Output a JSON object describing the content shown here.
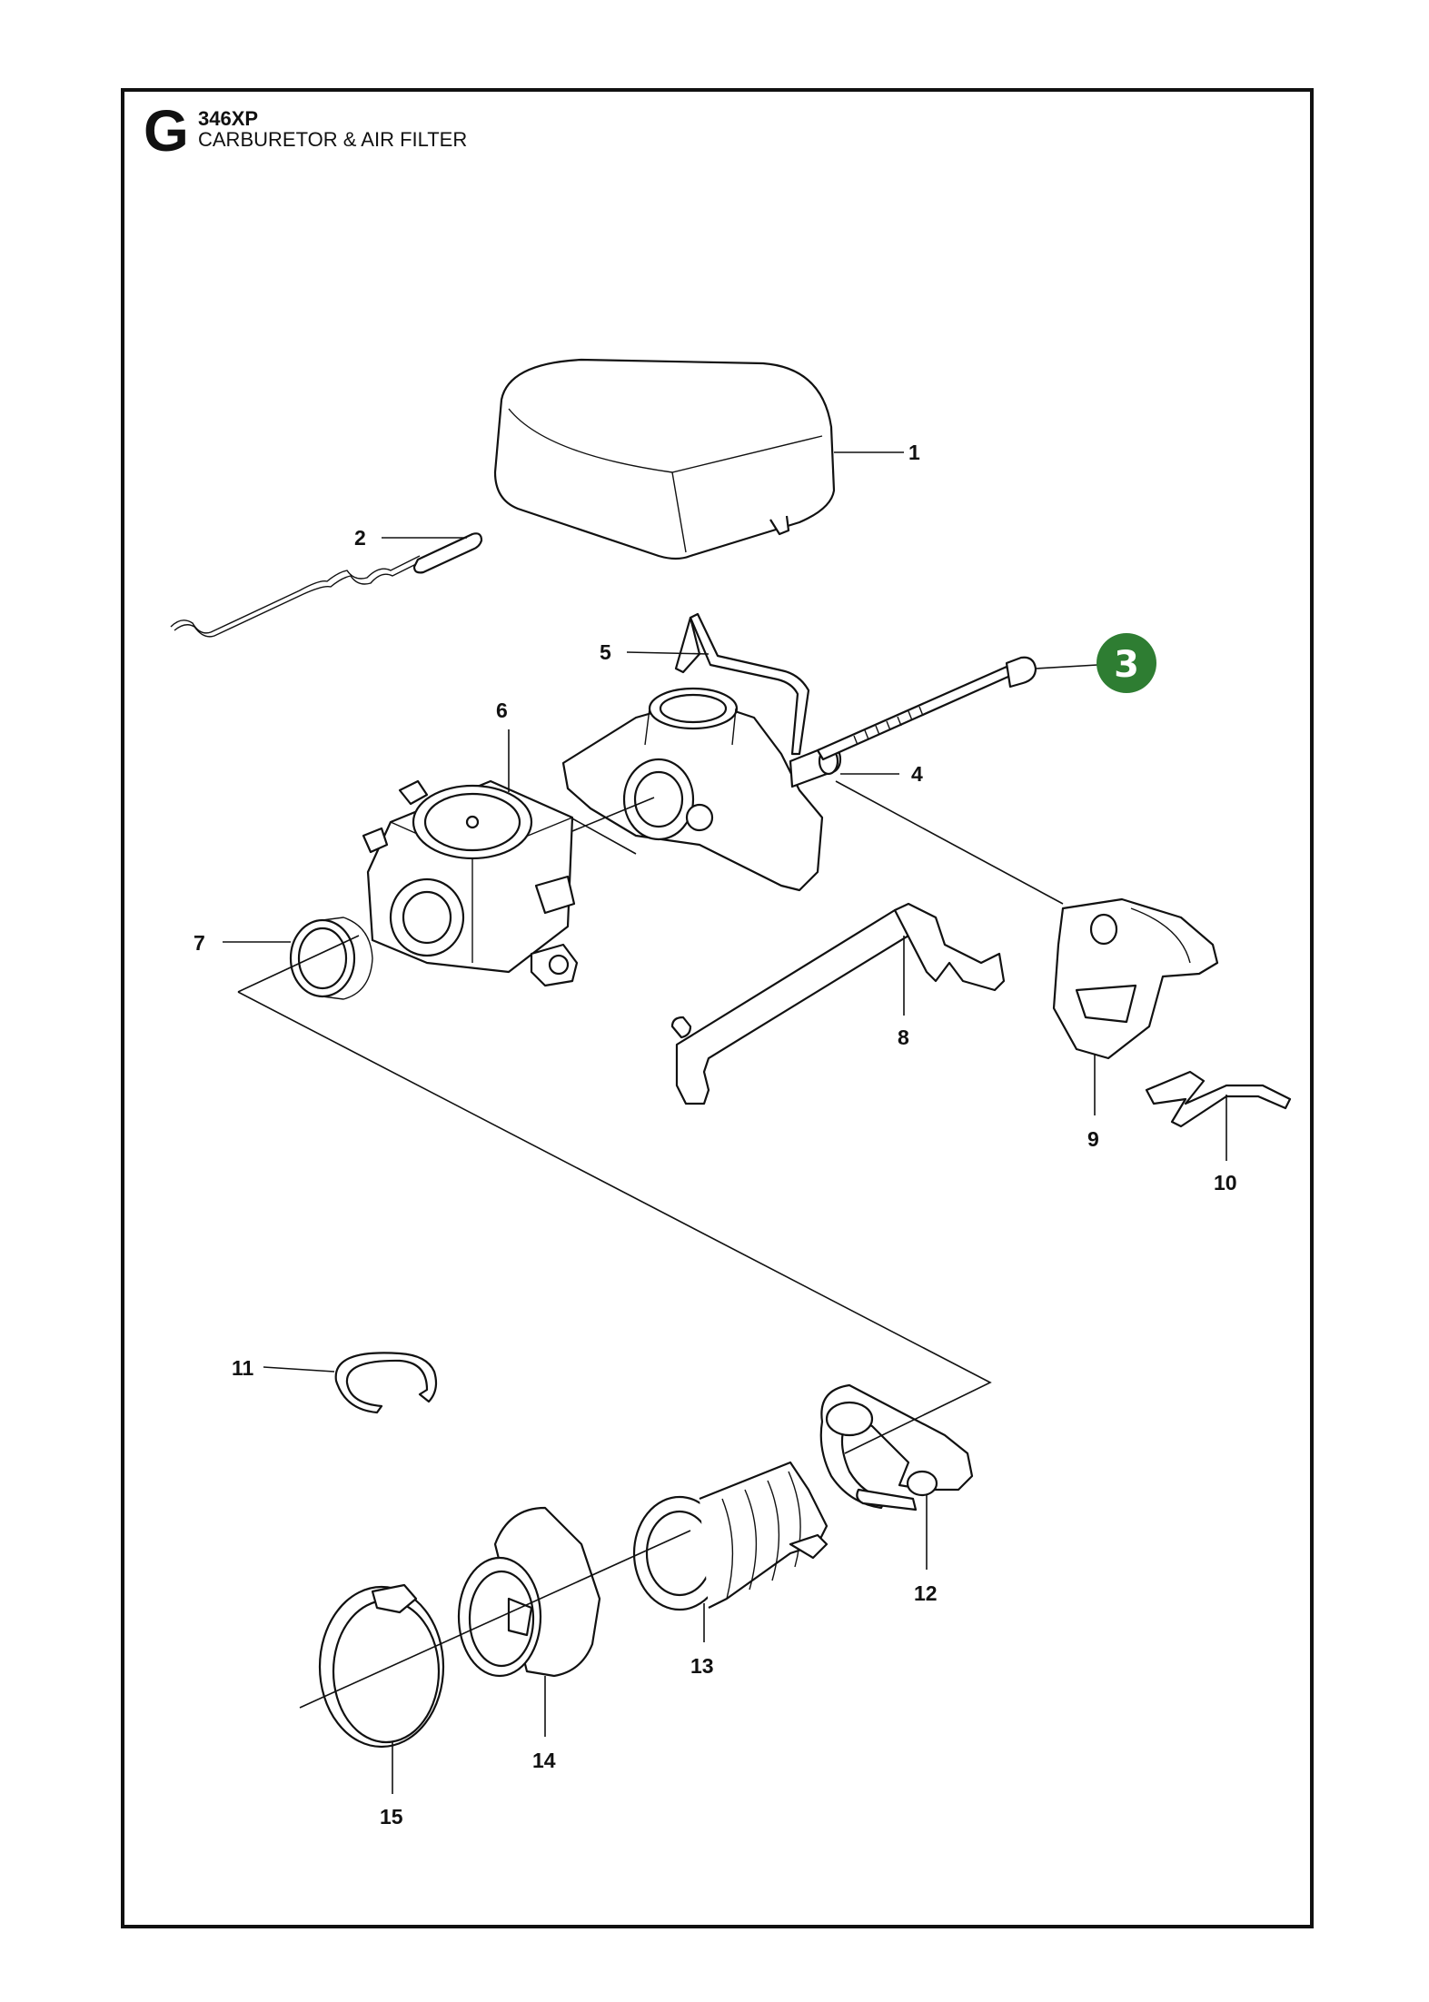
{
  "header": {
    "section_letter": "G",
    "model": "346XP",
    "title": "CARBURETOR & AIR FILTER"
  },
  "callouts": [
    {
      "id": 1,
      "label": "1"
    },
    {
      "id": 2,
      "label": "2"
    },
    {
      "id": 3,
      "label": "3",
      "highlighted": true
    },
    {
      "id": 4,
      "label": "4"
    },
    {
      "id": 5,
      "label": "5"
    },
    {
      "id": 6,
      "label": "6"
    },
    {
      "id": 7,
      "label": "7"
    },
    {
      "id": 8,
      "label": "8"
    },
    {
      "id": 9,
      "label": "9"
    },
    {
      "id": 10,
      "label": "10"
    },
    {
      "id": 11,
      "label": "11"
    },
    {
      "id": 12,
      "label": "12"
    },
    {
      "id": 13,
      "label": "13"
    },
    {
      "id": 14,
      "label": "14"
    },
    {
      "id": 15,
      "label": "15"
    }
  ],
  "colors": {
    "highlight_badge": "#2e7d32",
    "line": "#111111"
  }
}
